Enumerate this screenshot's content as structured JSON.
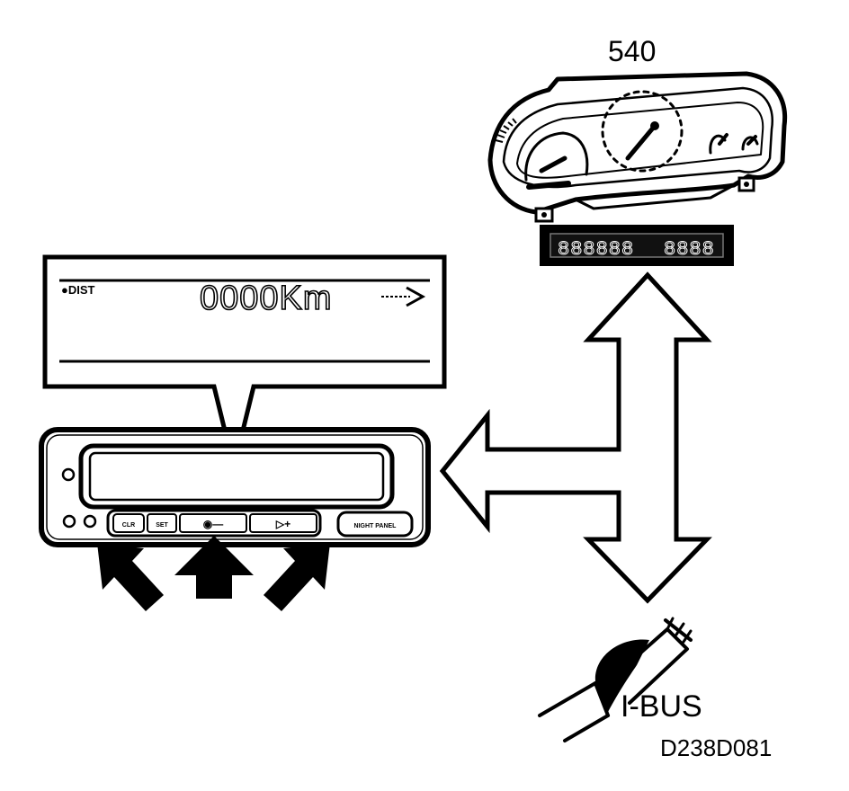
{
  "figure": {
    "cluster_label": "540",
    "bus_label": "I-BUS",
    "figure_code": "D238D081"
  },
  "callout": {
    "mode_label": "●DIST",
    "readout": "0000Km"
  },
  "cluster_display": {
    "left_digits": "888888",
    "right_digits": "8888"
  },
  "control_panel": {
    "buttons": [
      "CLR",
      "SET",
      "◉—",
      "▷+",
      "NIGHT PANEL"
    ]
  }
}
